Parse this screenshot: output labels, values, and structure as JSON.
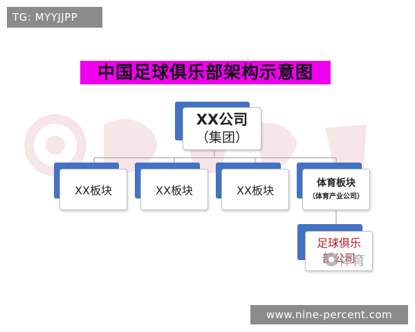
{
  "tag": {
    "label": "TG: MYYJJPP"
  },
  "title": "中国足球俱乐部架构示意图",
  "colors": {
    "title_bg": "#ee00ee",
    "node_accent": "#4472c4",
    "football_text": "#b01f24",
    "overlay_bg": "#8b8b8b"
  },
  "org": {
    "root": {
      "line1": "XX公司",
      "line2": "（集团）"
    },
    "divisions": [
      {
        "label": "XX板块"
      },
      {
        "label": "XX板块"
      },
      {
        "label": "XX板块"
      },
      {
        "line1": "体育板块",
        "line2": "（体育产业公司）"
      }
    ],
    "football": {
      "line1": "足球俱乐",
      "line2": "部公司"
    }
  },
  "watermark": {
    "text": "体育",
    "icon": "pp-sports-logo-icon"
  },
  "footer": {
    "url": "www.nine-percent.com"
  }
}
